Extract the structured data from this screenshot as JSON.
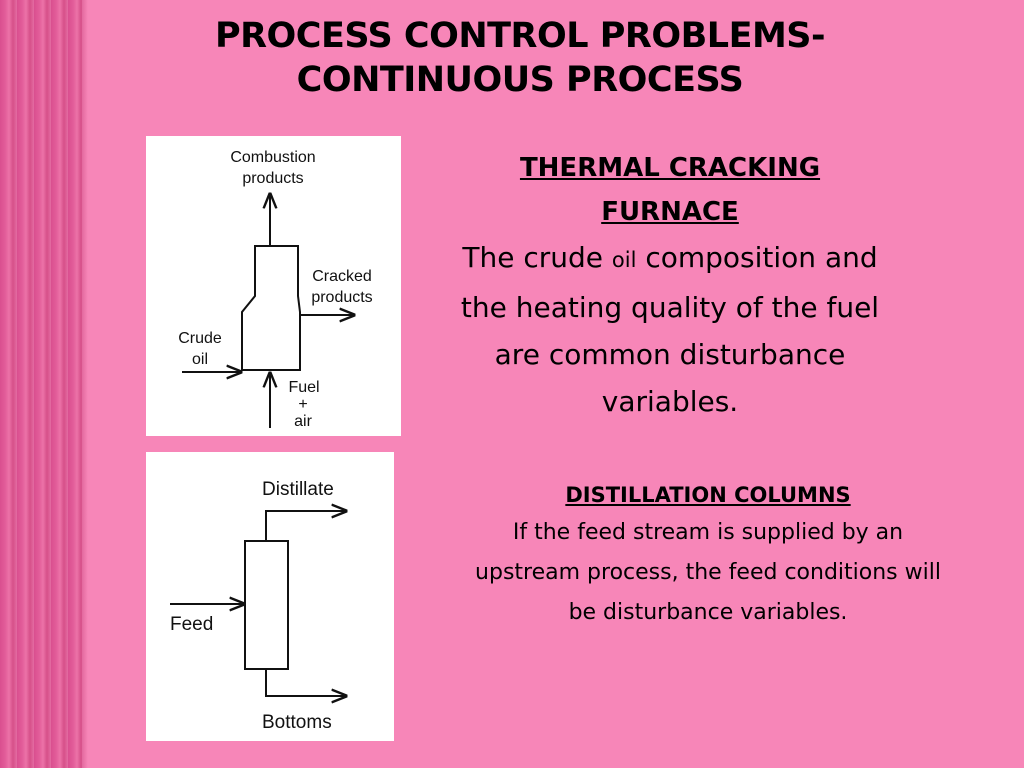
{
  "slide": {
    "title_line1": "PROCESS CONTROL PROBLEMS-",
    "title_line2": "CONTINUOUS PROCESS",
    "colors": {
      "background": "#f786b8",
      "stripe": "#d94f8f",
      "text": "#000000"
    }
  },
  "furnace": {
    "heading_line1": "THERMAL CRACKING",
    "heading_line2": "FURNACE",
    "body_part1": "The crude ",
    "body_small": "oil",
    "body_part2": " composition and the heating quality of the fuel are common disturbance variables.",
    "diagram": {
      "combustion_line1": "Combustion",
      "combustion_line2": "products",
      "cracked_line1": "Cracked",
      "cracked_line2": "products",
      "crude_line1": "Crude",
      "crude_line2": "oil",
      "fuel_line1": "Fuel",
      "fuel_line2": "+",
      "fuel_line3": "air"
    }
  },
  "distillation": {
    "heading": "DISTILLATION COLUMNS",
    "body": "If the feed stream is supplied by an upstream process, the feed conditions will be disturbance variables.",
    "diagram": {
      "distillate": "Distillate",
      "feed": "Feed",
      "bottoms": "Bottoms"
    }
  }
}
